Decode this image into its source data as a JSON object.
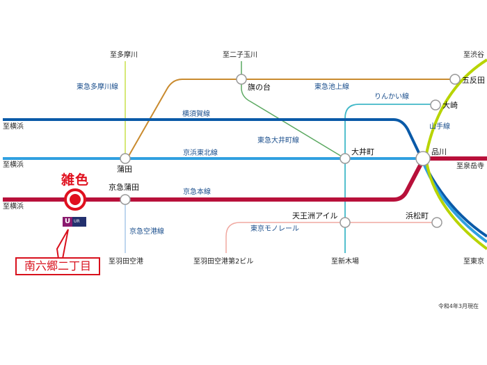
{
  "map": {
    "highlight": {
      "station": "雑色",
      "nearest_stop": "南六郷二丁目",
      "logo_text": "UR"
    },
    "lines": [
      {
        "name": "東急多摩川線",
        "color": "#c8e04a"
      },
      {
        "name": "東急池上線",
        "color": "#c98a2e"
      },
      {
        "name": "東急大井町線",
        "color": "#5aa860"
      },
      {
        "name": "横須賀線",
        "color": "#0a5aa8"
      },
      {
        "name": "京浜東北線",
        "color": "#30a0e0"
      },
      {
        "name": "京急本線",
        "color": "#b8103a"
      },
      {
        "name": "京急空港線",
        "color": "#a8c8e8"
      },
      {
        "name": "りんかい線",
        "color": "#40b8c8"
      },
      {
        "name": "山手線",
        "color": "#b8d400"
      },
      {
        "name": "東京モノレール",
        "color": "#f0a8a0"
      }
    ],
    "line_labels": {
      "tamagawa": "東急多摩川線",
      "ikegami": "東急池上線",
      "oimachi": "東急大井町線",
      "yokosuka": "横須賀線",
      "keihin_tohoku": "京浜東北線",
      "keikyu_main": "京急本線",
      "keikyu_airport": "京急空港線",
      "rinkai": "りんかい線",
      "yamanote": "山手線",
      "monorail": "東京モノレール"
    },
    "stations": {
      "hatanodai": "旗の台",
      "gotanda": "五反田",
      "osaki": "大崎",
      "kamata": "蒲田",
      "oimachi": "大井町",
      "shinagawa": "品川",
      "keikyu_kamata": "京急蒲田",
      "tennozu": "天王洲アイル",
      "hamamatsucho": "浜松町"
    },
    "destinations": {
      "tamagawa": "至多摩川",
      "futakotamagawa": "至二子玉川",
      "shibuya": "至渋谷",
      "yokohama1": "至横浜",
      "yokohama2": "至横浜",
      "yokohama3": "至横浜",
      "sengakuji": "至泉岳寺",
      "haneda": "至羽田空港",
      "haneda_t2": "至羽田空港第2ビル",
      "shinkiba": "至新木場",
      "tokyo": "至東京"
    },
    "date_note": "令和4年3月現在"
  }
}
